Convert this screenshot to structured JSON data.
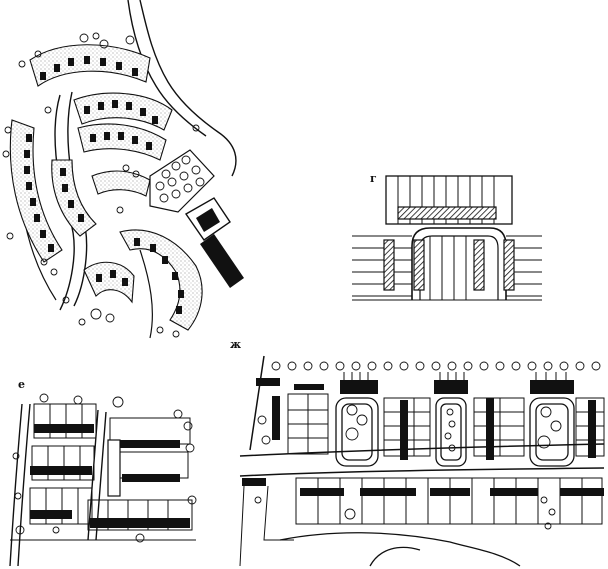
{
  "labels": {
    "g": "г",
    "e": "е",
    "zh": "ж"
  },
  "colors": {
    "ink": "#111111",
    "paper": "#ffffff",
    "stipple": "#888888"
  }
}
